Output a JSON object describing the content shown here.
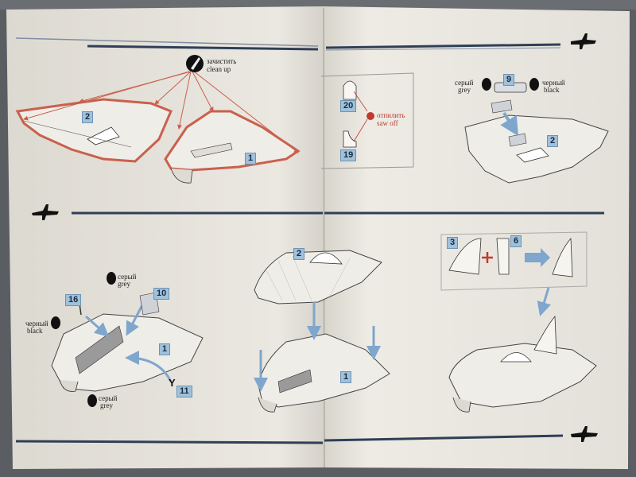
{
  "photo": {
    "subject": "printed model kit assembly instruction booklet, open spread"
  },
  "colors": {
    "paper": "#ece9e2",
    "divider_line": "#2f3f57",
    "outline_highlight": "#c9604e",
    "part_number_fill": "#9fc1dc",
    "arrow_blue": "#7fa6cc",
    "remove_red": "#c23a2f"
  },
  "icons": [
    "aircraft-silhouette-icon",
    "paint-drop-icon",
    "saw-off-icon",
    "plus-icon",
    "arrow-icon"
  ],
  "texts": {
    "cleanup_ru": "зачистить",
    "cleanup_en": "clean up",
    "sawoff_ru": "отпилить",
    "sawoff_en": "saw off",
    "grey_ru": "серый",
    "grey_en": "grey",
    "black_ru": "черный",
    "black_en": "black"
  },
  "parts": {
    "p1": "1",
    "p2": "2",
    "p3": "3",
    "p6": "6",
    "p9": "9",
    "p10": "10",
    "p11": "11",
    "p16": "16",
    "p19": "19",
    "p20": "20"
  }
}
